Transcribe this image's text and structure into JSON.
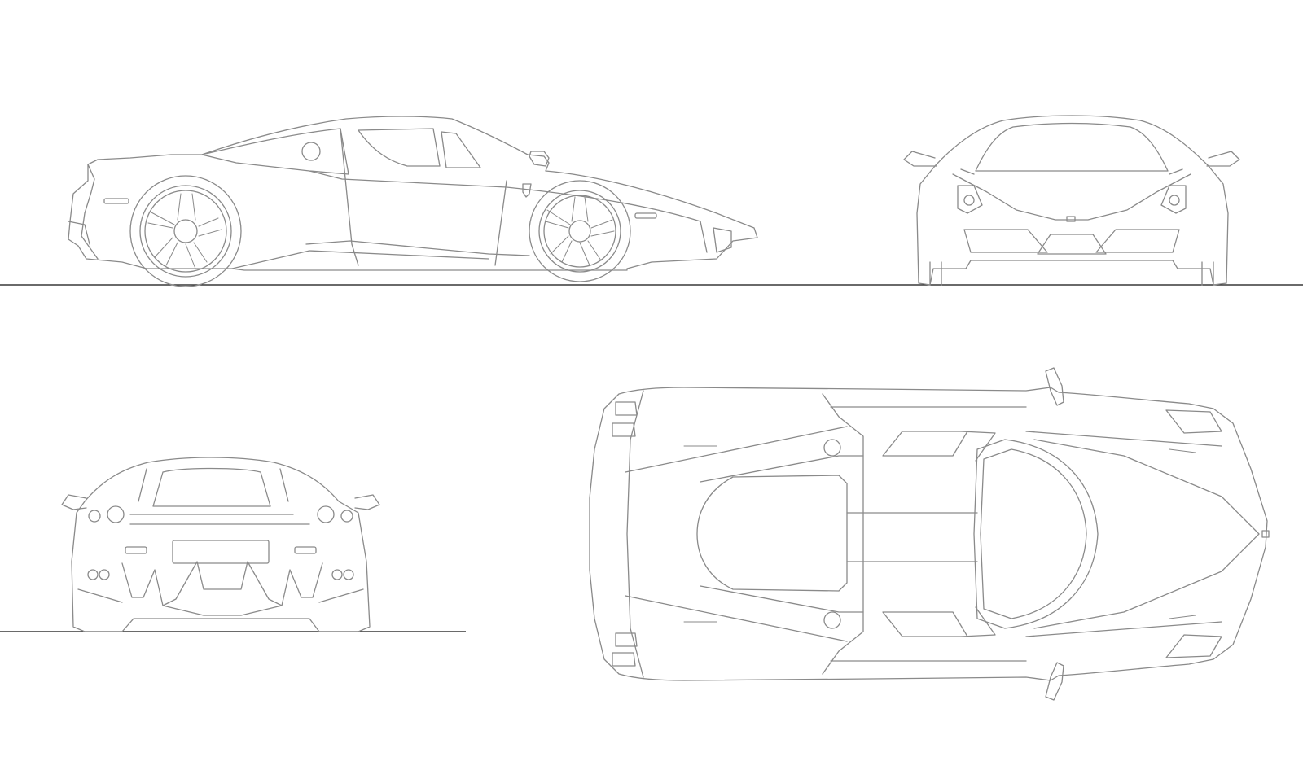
{
  "diagram": {
    "type": "vehicle-blueprint",
    "line_color": "#8a8a8a",
    "ground_color": "#111111",
    "background": "#ffffff",
    "views": [
      {
        "id": "side",
        "name": "side-view"
      },
      {
        "id": "front",
        "name": "front-view"
      },
      {
        "id": "rear",
        "name": "rear-view"
      },
      {
        "id": "top",
        "name": "top-view"
      }
    ]
  }
}
